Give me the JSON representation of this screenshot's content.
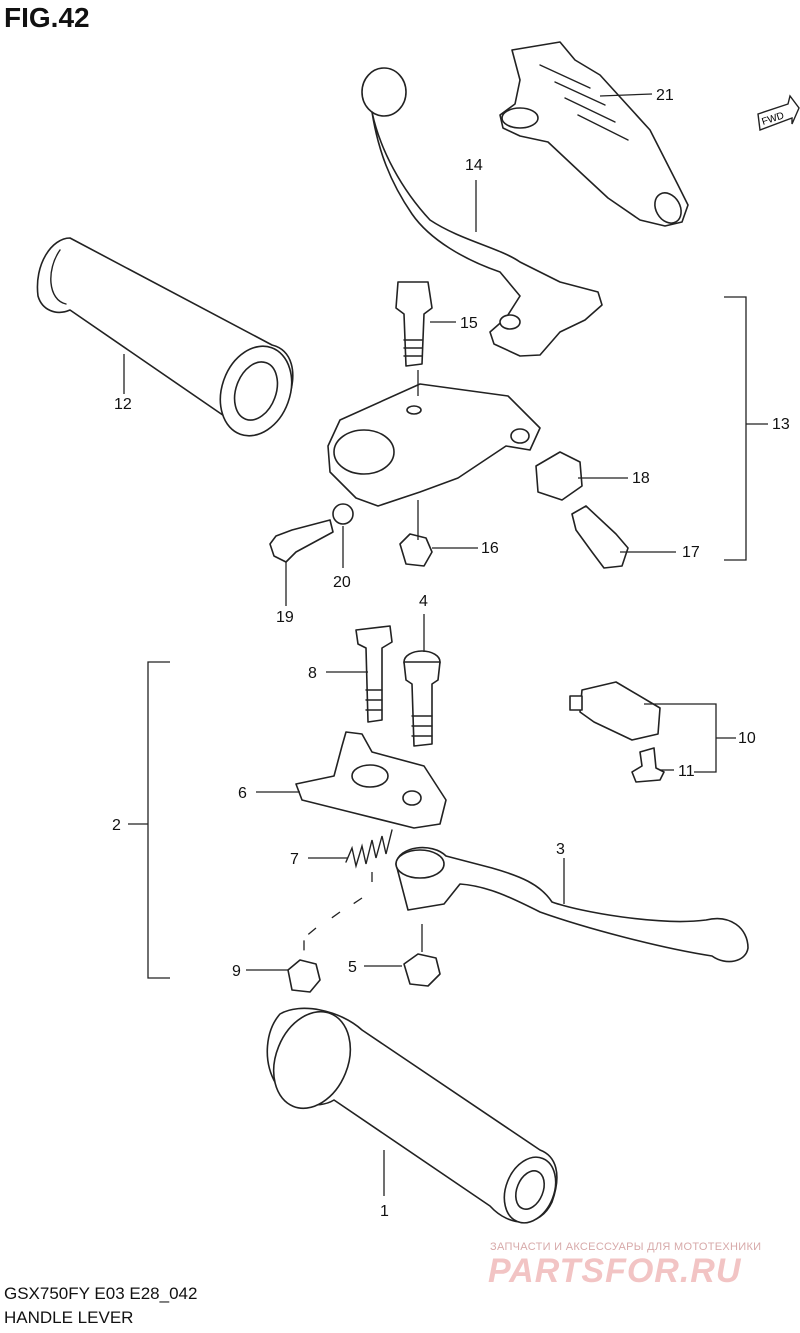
{
  "figure": {
    "title": "FIG.42"
  },
  "footer": {
    "model": "GSX750FY E03 E28_042",
    "name": "HANDLE LEVER"
  },
  "fwd_label": "FWD",
  "watermark": {
    "top": "ЗАПЧАСТИ И АКСЕССУАРЫ ДЛЯ МОТОТЕХНИКИ",
    "main": "PARTSFOR.RU"
  },
  "callouts": {
    "c1": "1",
    "c2": "2",
    "c3": "3",
    "c4": "4",
    "c5": "5",
    "c6": "6",
    "c7": "7",
    "c8": "8",
    "c9": "9",
    "c10": "10",
    "c11": "11",
    "c12": "12",
    "c13": "13",
    "c14": "14",
    "c15": "15",
    "c16": "16",
    "c17": "17",
    "c18": "18",
    "c19": "19",
    "c20": "20",
    "c21": "21"
  }
}
